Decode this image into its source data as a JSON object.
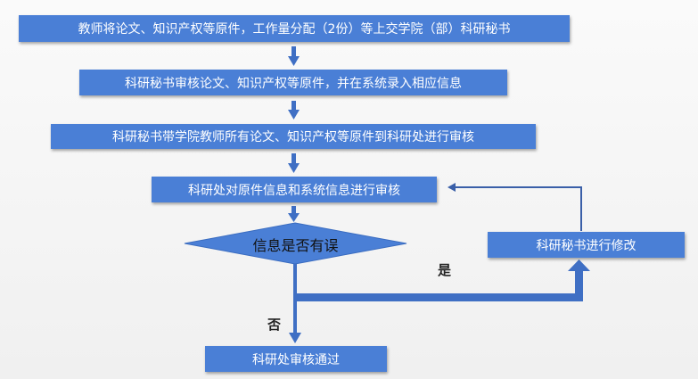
{
  "flow": {
    "step1": "教师将论文、知识产权等原件，工作量分配（2份）等上交学院（部）科研秘书",
    "step2": "科研秘书审核论文、知识产权等原件，并在系统录入相应信息",
    "step3": "科研秘书带学院教师所有论文、知识产权等原件到科研处进行审核",
    "step4": "科研处对原件信息和系统信息进行审核",
    "decision": "信息是否有误",
    "revise": "科研秘书进行修改",
    "approved": "科研处审核通过",
    "yes_label": "是",
    "no_label": "否"
  },
  "colors": {
    "box_fill": "#4a7fd6",
    "box_text": "#ffffff",
    "arrow": "#3f6fc4",
    "decision_fill": "#4a7fd6"
  }
}
